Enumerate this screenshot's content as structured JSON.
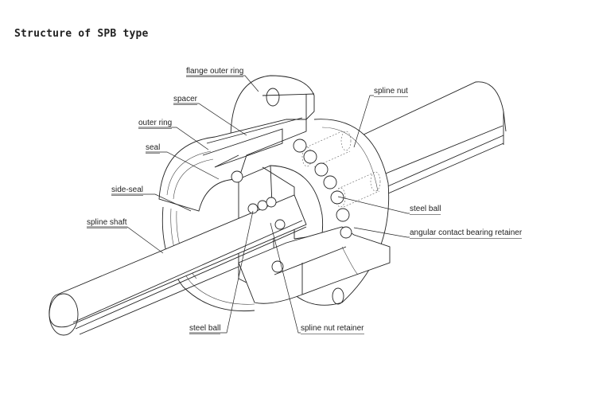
{
  "title": "Structure of SPB type",
  "labels": {
    "flange_outer_ring": "flange outer ring",
    "spacer": "spacer",
    "outer_ring": "outer ring",
    "seal": "seal",
    "side_seal": "side-seal",
    "spline_shaft": "spline shaft",
    "spline_nut": "spline nut",
    "steel_ball_right": "steel ball",
    "angular_contact_bearing_retainer": "angular contact bearing retainer",
    "steel_ball_bottom": "steel ball",
    "spline_nut_retainer": "spline nut retainer"
  }
}
